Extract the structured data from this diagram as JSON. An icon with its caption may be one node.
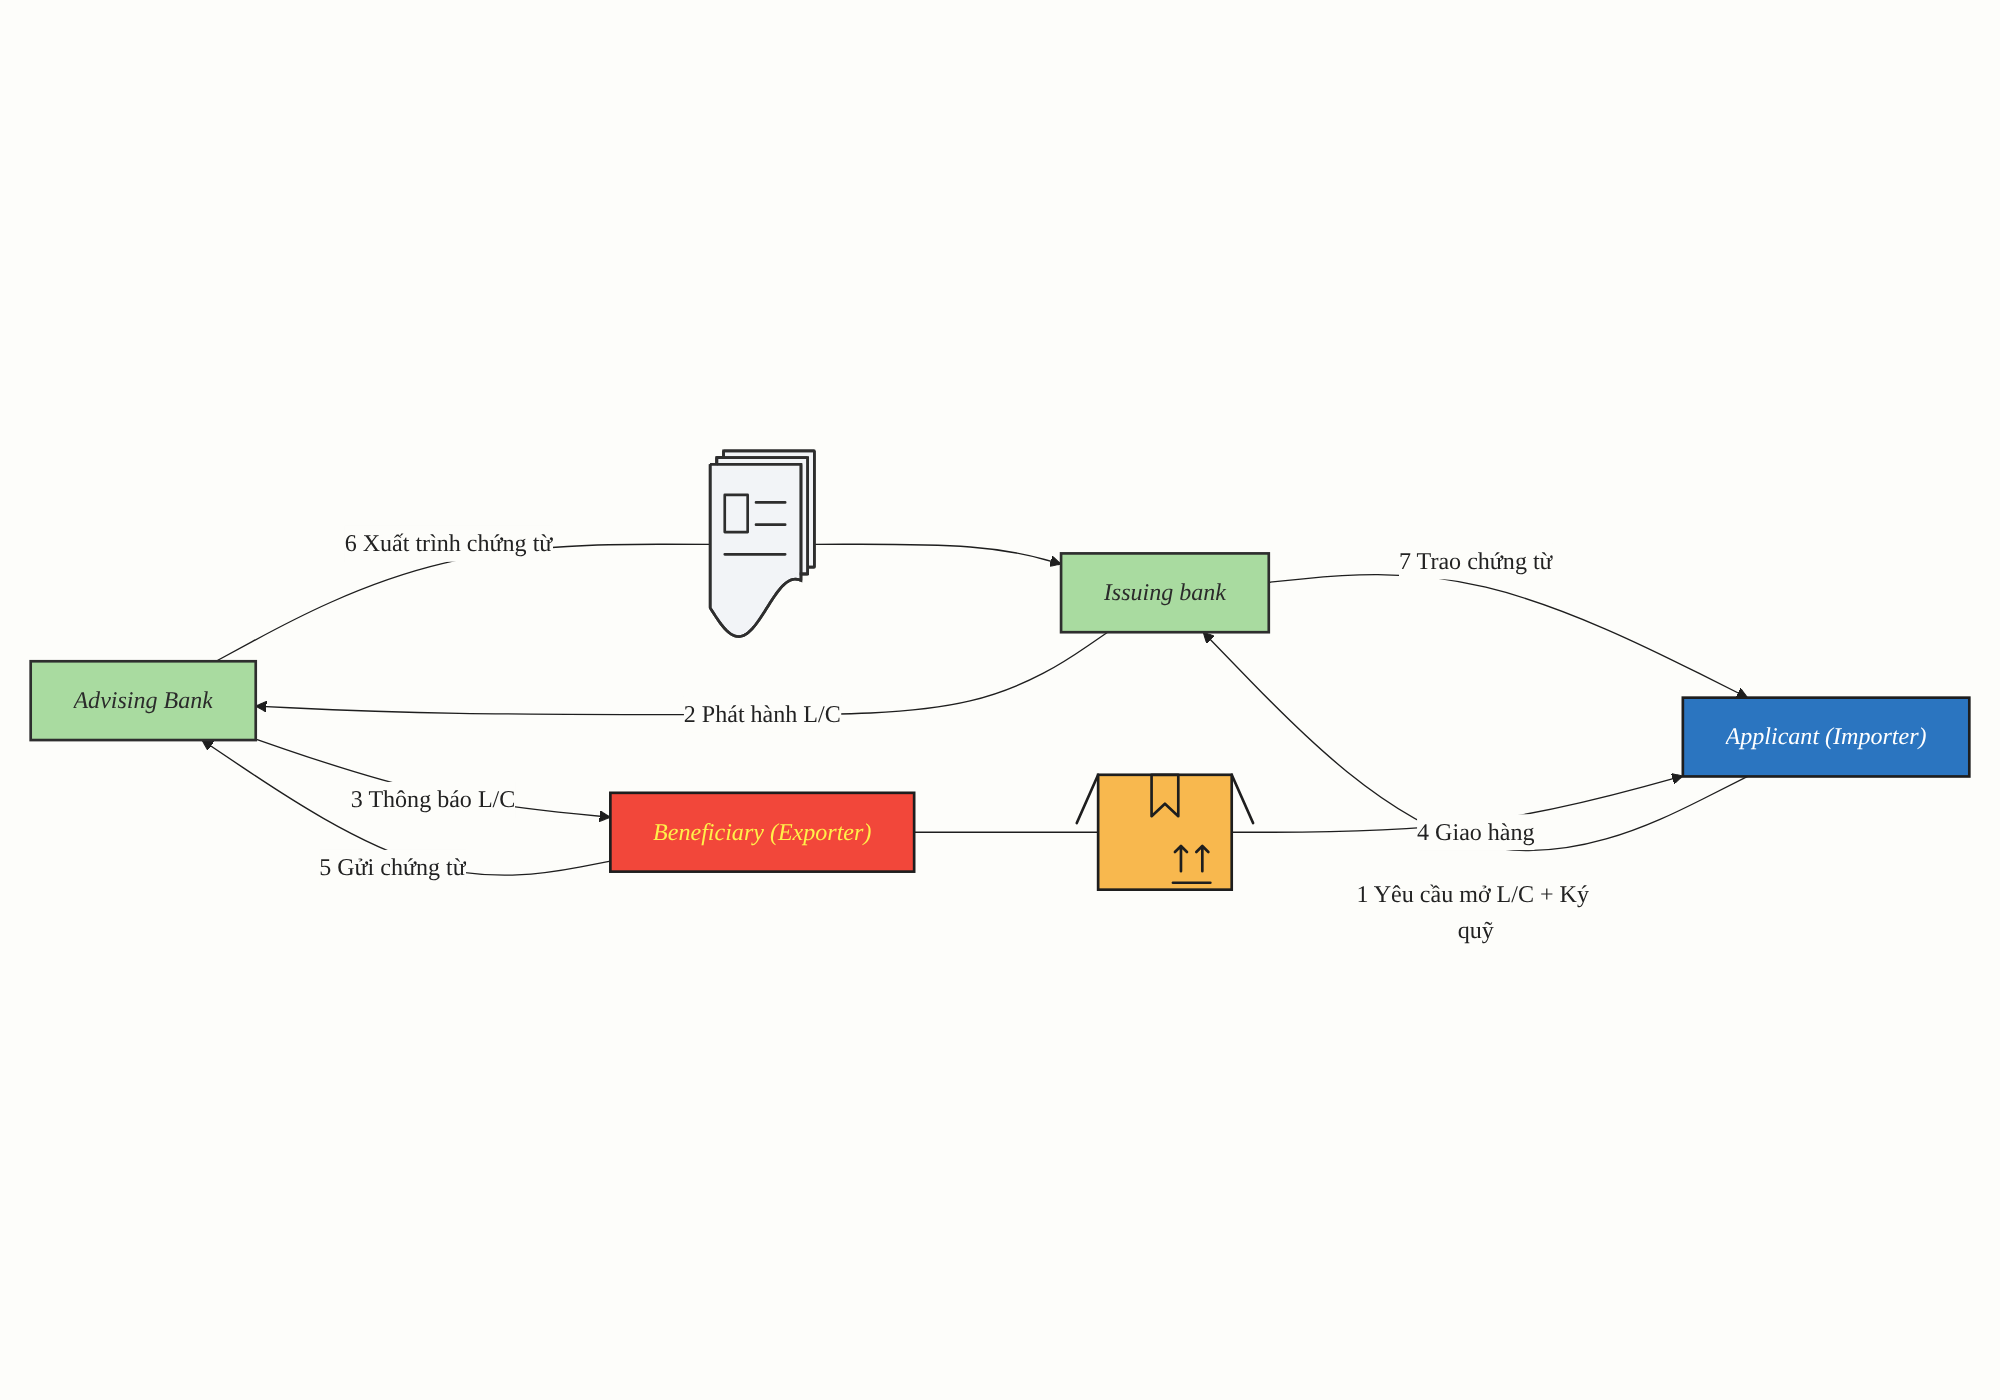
{
  "diagram": {
    "nodes": [
      {
        "text": [
          "Advising Bank"
        ]
      },
      {
        "text": [],
        "shape": "picture"
      },
      {
        "text": [
          "Issuing bank"
        ]
      },
      {
        "text": [
          "Beneficiary (Exporter)"
        ]
      },
      {
        "text": [],
        "shape": "picture"
      },
      {
        "text": [
          "Applicant (Importer)"
        ]
      }
    ],
    "edges": [
      {
        "from": 0,
        "to": 1,
        "arrow": "none",
        "label": "6 Xuất trình chứng từ"
      },
      {
        "from": 1,
        "to": 2,
        "arrow": "to"
      },
      {
        "from": 2,
        "to": 0,
        "arrow": "to",
        "label": "2 Phát hành L/C"
      },
      {
        "from": 0,
        "to": 3,
        "arrow": "to",
        "label": "3 Thông báo L/C"
      },
      {
        "from": 3,
        "to": 0,
        "arrow": "to",
        "label": "5 Gửi chứng từ"
      },
      {
        "from": 2,
        "to": 5,
        "arrow": "to",
        "label": "7 Trao chứng từ"
      },
      {
        "from": 5,
        "to": 2,
        "arrow": "to",
        "label": "1 Yêu cầu mở L/C + Ký quỹ"
      },
      {
        "from": 3,
        "to": 4,
        "arrow": "none"
      },
      {
        "from": 4,
        "to": 5,
        "arrow": "to",
        "label": "4 Giao hàng"
      }
    ]
  }
}
